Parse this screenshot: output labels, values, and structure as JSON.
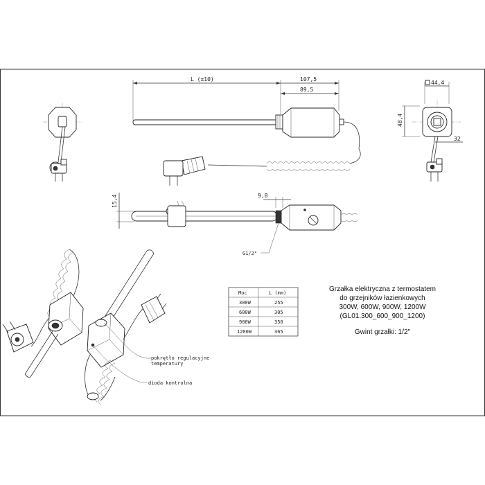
{
  "dimensions": {
    "length_label": "L (±10)",
    "d_107_5": "107,5",
    "d_89_5": "89,5",
    "d_44_4": "44,4",
    "d_48_4": "48,4",
    "d_32": "32",
    "d_15_4": "15,4",
    "d_9_8": "9,8",
    "thread_label": "G1/2\""
  },
  "table": {
    "headers": [
      "Moc",
      "L (mm)"
    ],
    "rows": [
      [
        "300W",
        "255"
      ],
      [
        "600W",
        "305"
      ],
      [
        "900W",
        "350"
      ],
      [
        "1200W",
        "365"
      ]
    ]
  },
  "description": {
    "line1": "Grzałka elektryczna z termostatem",
    "line2": "do grzejników łazienkowych",
    "line3": "300W, 600W, 900W, 1200W",
    "line4": "(GL01.300_600_900_1200)",
    "thread": "Gwint grzałki: 1/2\""
  },
  "callouts": {
    "knob_line1": "pokrętło regulacyjne",
    "knob_line2": "temperatury",
    "led": "dioda kontrolna"
  }
}
